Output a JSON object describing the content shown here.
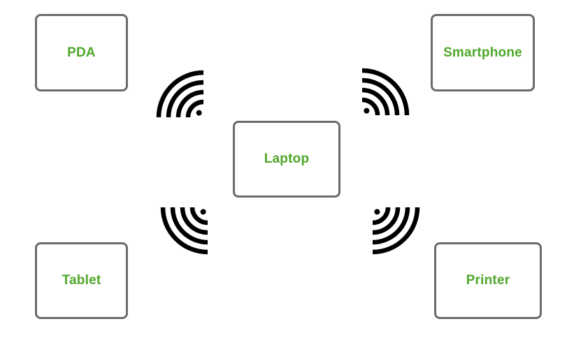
{
  "diagram": {
    "accent_color": "#4ea72a",
    "border_color": "#6b6b6b",
    "signal_color": "#000000",
    "nodes": {
      "pda": "PDA",
      "smartphone": "Smartphone",
      "laptop": "Laptop",
      "tablet": "Tablet",
      "printer": "Printer"
    },
    "icons": [
      "wifi-signal-icon-top-left",
      "wifi-signal-icon-top-right",
      "wifi-signal-icon-bottom-left",
      "wifi-signal-icon-bottom-right"
    ]
  }
}
